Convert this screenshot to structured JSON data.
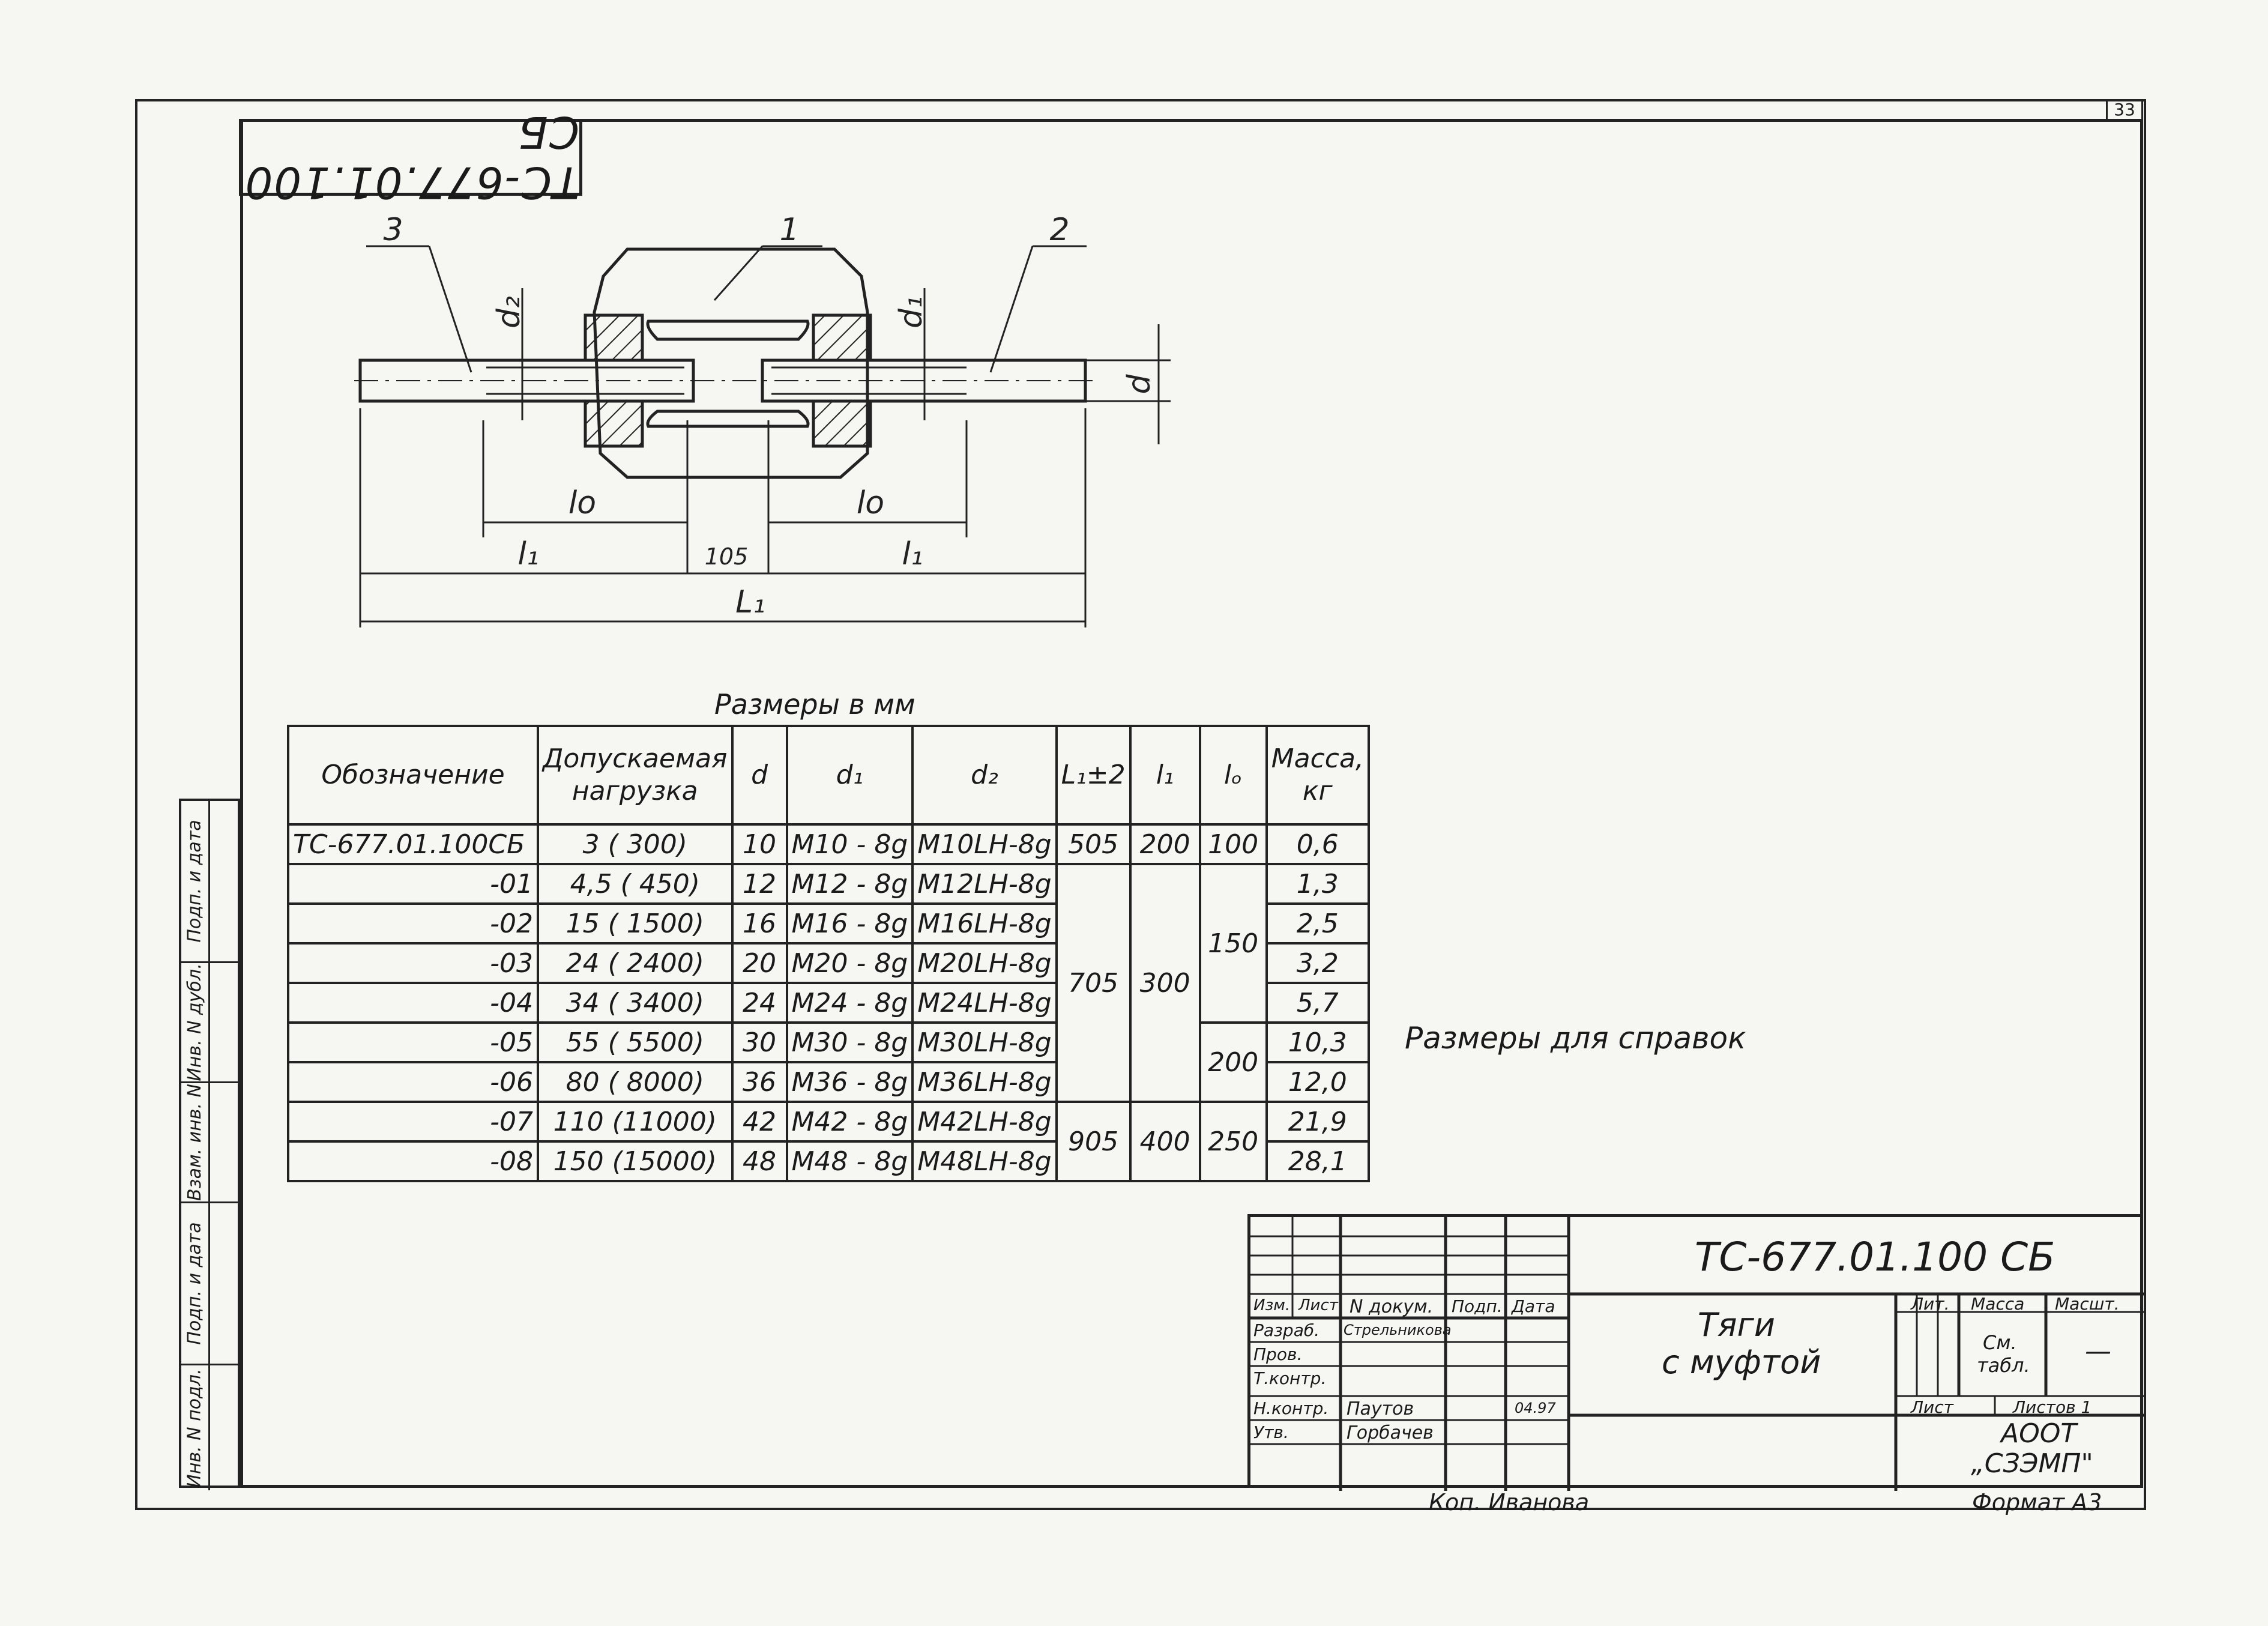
{
  "sheet_number": "33",
  "stamp_top": "ТС-677.01.100 СБ",
  "drawing": {
    "callouts": [
      "3",
      "1",
      "2"
    ],
    "dims": {
      "d2": "d₂",
      "d1": "d₁",
      "d": "d",
      "lo_left": "lo",
      "lo_right": "lo",
      "l1_left": "l₁",
      "gap": "105",
      "l1_right": "l₁",
      "L1": "L₁"
    }
  },
  "side_stamp": [
    "Подп. и дата",
    "Инв. N дубл.",
    "Взам. инв. N",
    "Подп. и дата",
    "Инв. N подл."
  ],
  "table": {
    "caption": "Размеры в мм",
    "headers": [
      "Обозначение",
      "Допускаемая нагрузка",
      "d",
      "d₁",
      "d₂",
      "L₁±2",
      "l₁",
      "lₒ",
      "Масса, кг"
    ],
    "rows": [
      {
        "oboz": "ТС-677.01.100СБ",
        "load": "3 ( 300)",
        "d": "10",
        "d1": "M10 - 8g",
        "d2": "M10LH-8g",
        "m": "0,6"
      },
      {
        "oboz": "-01",
        "load": "4,5 ( 450)",
        "d": "12",
        "d1": "M12 - 8g",
        "d2": "M12LH-8g",
        "m": "1,3"
      },
      {
        "oboz": "-02",
        "load": "15 ( 1500)",
        "d": "16",
        "d1": "M16 - 8g",
        "d2": "M16LH-8g",
        "m": "2,5"
      },
      {
        "oboz": "-03",
        "load": "24 ( 2400)",
        "d": "20",
        "d1": "M20 - 8g",
        "d2": "M20LH-8g",
        "m": "3,2"
      },
      {
        "oboz": "-04",
        "load": "34 ( 3400)",
        "d": "24",
        "d1": "M24 - 8g",
        "d2": "M24LH-8g",
        "m": "5,7"
      },
      {
        "oboz": "-05",
        "load": "55 ( 5500)",
        "d": "30",
        "d1": "M30 - 8g",
        "d2": "M30LH-8g",
        "m": "10,3"
      },
      {
        "oboz": "-06",
        "load": "80 ( 8000)",
        "d": "36",
        "d1": "M36 - 8g",
        "d2": "M36LH-8g",
        "m": "12,0"
      },
      {
        "oboz": "-07",
        "load": "110 (11000)",
        "d": "42",
        "d1": "M42 - 8g",
        "d2": "M42LH-8g",
        "m": "21,9"
      },
      {
        "oboz": "-08",
        "load": "150 (15000)",
        "d": "48",
        "d1": "M48 - 8g",
        "d2": "M48LH-8g",
        "m": "28,1"
      }
    ],
    "L1_groups": [
      "505",
      "705",
      "905"
    ],
    "l1_groups": [
      "200",
      "300",
      "400"
    ],
    "lo_groups": [
      "100",
      "150",
      "200",
      "250"
    ]
  },
  "ref_note": "Размеры для справок",
  "title_block": {
    "code": "ТС-677.01.100 СБ",
    "title_line1": "Тяги",
    "title_line2": "с муфтой",
    "col_headers": [
      "Изм.",
      "Лист",
      "N докум.",
      "Подп.",
      "Дата"
    ],
    "roles": [
      "Разраб.",
      "Пров.",
      "Т.контр.",
      "Н.контр.",
      "Утв."
    ],
    "razrab_name": "Стрельникова",
    "nkontr_name": "Паутов",
    "utv_name": "Горбачев",
    "date_small": "04.97",
    "lit_label": "Лит.",
    "mass_label": "Масса",
    "scale_label": "Масшт.",
    "mass_value_1": "См.",
    "mass_value_2": "табл.",
    "scale_value": "—",
    "list_label": "Лист",
    "listov_label": "Листов 1",
    "org_line1": "АООТ",
    "org_line2": "„СЗЭМП\"",
    "copied": "Коп. Иванова",
    "format": "Формат А3"
  }
}
